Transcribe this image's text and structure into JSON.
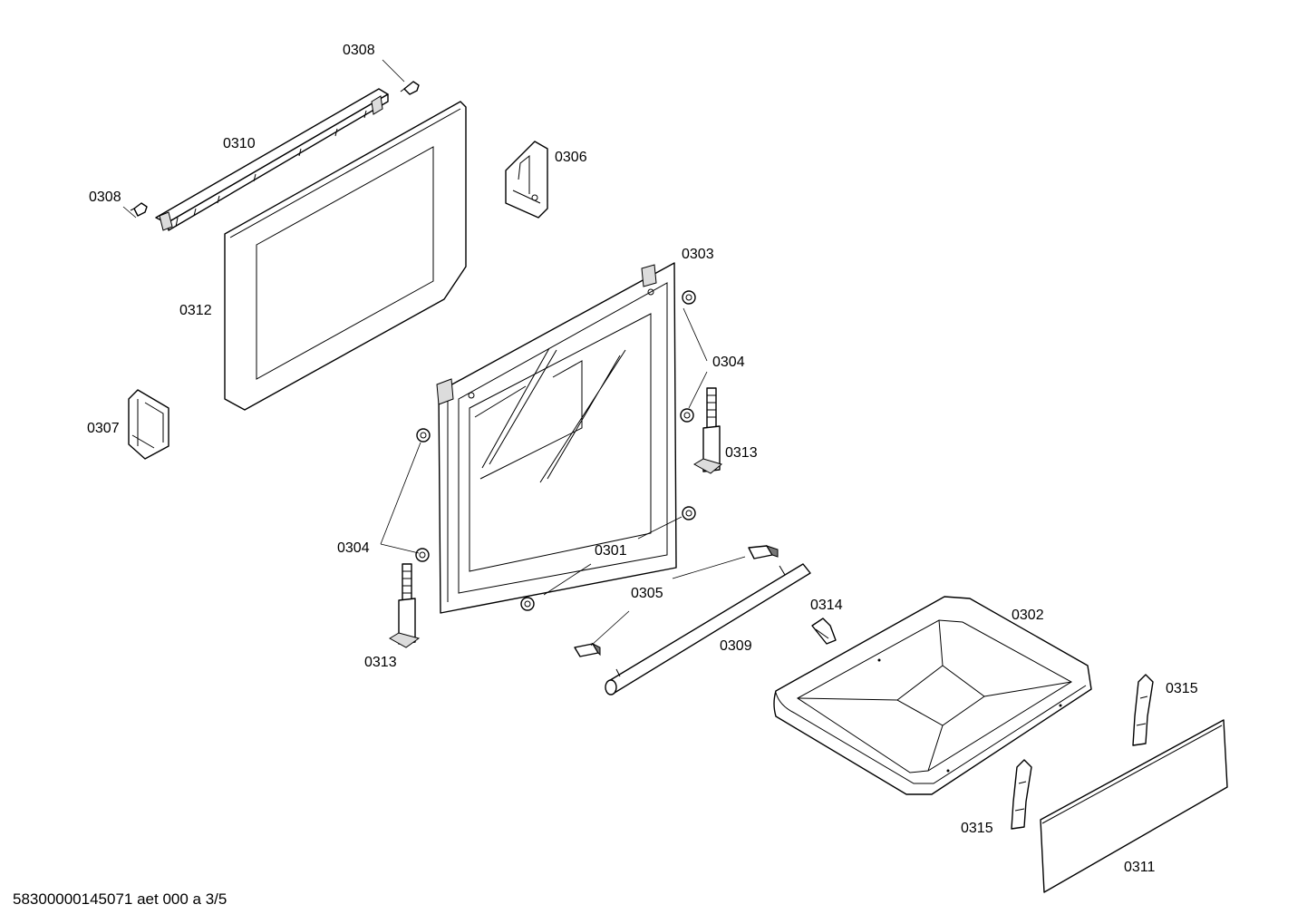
{
  "labels": {
    "p0308_top": "0308",
    "p0310": "0310",
    "p0308_left": "0308",
    "p0306": "0306",
    "p0312": "0312",
    "p0303": "0303",
    "p0304_right": "0304",
    "p0307": "0307",
    "p0313_right": "0313",
    "p0304_left": "0304",
    "p0301": "0301",
    "p0305": "0305",
    "p0314": "0314",
    "p0302": "0302",
    "p0313_left": "0313",
    "p0309": "0309",
    "p0315_right": "0315",
    "p0315_left": "0315",
    "p0311": "0311"
  },
  "footer": "58300000145071 aet 000 a 3/5"
}
